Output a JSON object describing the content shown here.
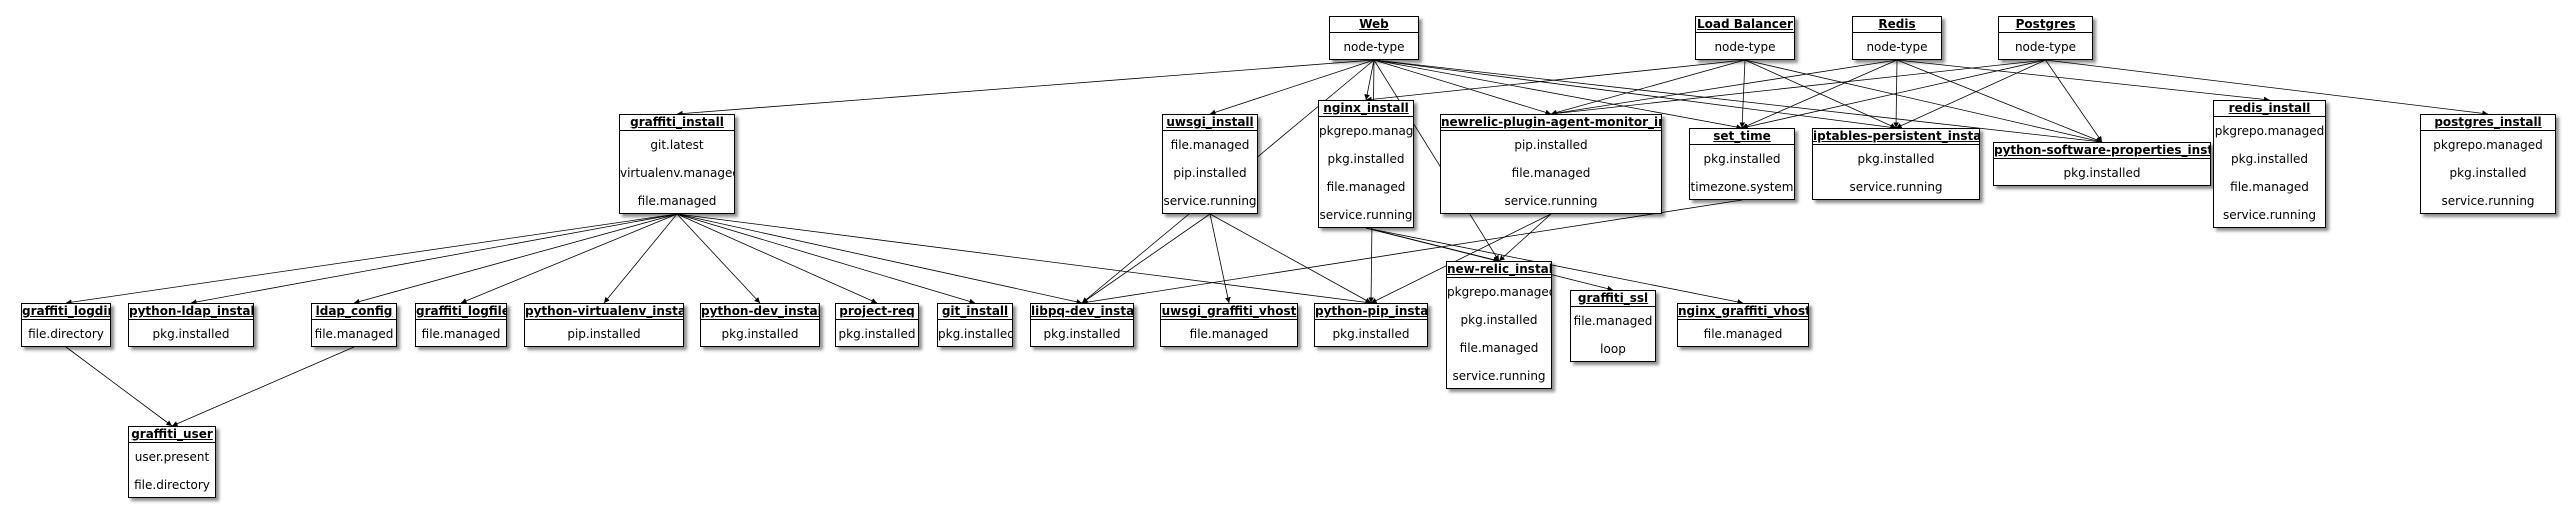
{
  "nodes": [
    {
      "id": "web",
      "title": "Web",
      "items": [
        "node-type"
      ]
    },
    {
      "id": "lb",
      "title": "Load Balancer",
      "items": [
        "node-type"
      ]
    },
    {
      "id": "redis",
      "title": "Redis",
      "items": [
        "node-type"
      ]
    },
    {
      "id": "postgres",
      "title": "Postgres",
      "items": [
        "node-type"
      ]
    },
    {
      "id": "graffiti_install",
      "title": "graffiti_install",
      "items": [
        "git.latest",
        "virtualenv.managed",
        "file.managed"
      ]
    },
    {
      "id": "uwsgi_install",
      "title": "uwsgi_install",
      "items": [
        "file.managed",
        "pip.installed",
        "service.running"
      ]
    },
    {
      "id": "nginx_install",
      "title": "nginx_install",
      "items": [
        "pkgrepo.managed",
        "pkg.installed",
        "file.managed",
        "service.running"
      ]
    },
    {
      "id": "newrelic_plugin",
      "title": "newrelic-plugin-agent-monitor_install",
      "items": [
        "pip.installed",
        "file.managed",
        "service.running"
      ]
    },
    {
      "id": "set_time",
      "title": "set_time",
      "items": [
        "pkg.installed",
        "timezone.system"
      ]
    },
    {
      "id": "iptables",
      "title": "iptables-persistent_install",
      "items": [
        "pkg.installed",
        "service.running"
      ]
    },
    {
      "id": "pysoftprops",
      "title": "python-software-properties_install",
      "items": [
        "pkg.installed"
      ]
    },
    {
      "id": "redis_install",
      "title": "redis_install",
      "items": [
        "pkgrepo.managed",
        "pkg.installed",
        "file.managed",
        "service.running"
      ]
    },
    {
      "id": "postgres_install",
      "title": "postgres_install",
      "items": [
        "pkgrepo.managed",
        "pkg.installed",
        "service.running"
      ]
    },
    {
      "id": "graffiti_logdir",
      "title": "graffiti_logdir",
      "items": [
        "file.directory"
      ]
    },
    {
      "id": "python_ldap",
      "title": "python-ldap_install",
      "items": [
        "pkg.installed"
      ]
    },
    {
      "id": "ldap_config",
      "title": "ldap_config",
      "items": [
        "file.managed"
      ]
    },
    {
      "id": "graffiti_logfile",
      "title": "graffiti_logfile",
      "items": [
        "file.managed"
      ]
    },
    {
      "id": "python_venv",
      "title": "python-virtualenv_install",
      "items": [
        "pip.installed"
      ]
    },
    {
      "id": "python_dev",
      "title": "python-dev_install",
      "items": [
        "pkg.installed"
      ]
    },
    {
      "id": "project_req",
      "title": "project-req",
      "items": [
        "pkg.installed"
      ]
    },
    {
      "id": "git_install",
      "title": "git_install",
      "items": [
        "pkg.installed"
      ]
    },
    {
      "id": "libpq_dev",
      "title": "libpq-dev_install",
      "items": [
        "pkg.installed"
      ]
    },
    {
      "id": "uwsgi_vhost",
      "title": "uwsgi_graffiti_vhost",
      "items": [
        "file.managed"
      ]
    },
    {
      "id": "python_pip",
      "title": "python-pip_install",
      "items": [
        "pkg.installed"
      ]
    },
    {
      "id": "new_relic_install",
      "title": "new-relic_install",
      "items": [
        "pkgrepo.managed",
        "pkg.installed",
        "file.managed",
        "service.running"
      ]
    },
    {
      "id": "graffiti_ssl",
      "title": "graffiti_ssl",
      "items": [
        "file.managed",
        "loop"
      ]
    },
    {
      "id": "nginx_vhost",
      "title": "nginx_graffiti_vhost",
      "items": [
        "file.managed"
      ]
    },
    {
      "id": "graffiti_user",
      "title": "graffiti_user",
      "items": [
        "user.present",
        "file.directory"
      ]
    }
  ],
  "edges": [
    [
      "web",
      "graffiti_install"
    ],
    [
      "web",
      "uwsgi_install"
    ],
    [
      "web",
      "nginx_install"
    ],
    [
      "web",
      "newrelic_plugin"
    ],
    [
      "web",
      "set_time"
    ],
    [
      "web",
      "iptables"
    ],
    [
      "web",
      "pysoftprops"
    ],
    [
      "web",
      "python_pip"
    ],
    [
      "web",
      "libpq_dev"
    ],
    [
      "web",
      "new_relic_install"
    ],
    [
      "lb",
      "nginx_install"
    ],
    [
      "lb",
      "newrelic_plugin"
    ],
    [
      "lb",
      "set_time"
    ],
    [
      "lb",
      "iptables"
    ],
    [
      "lb",
      "pysoftprops"
    ],
    [
      "redis",
      "redis_install"
    ],
    [
      "redis",
      "newrelic_plugin"
    ],
    [
      "redis",
      "set_time"
    ],
    [
      "redis",
      "iptables"
    ],
    [
      "redis",
      "pysoftprops"
    ],
    [
      "postgres",
      "postgres_install"
    ],
    [
      "postgres",
      "newrelic_plugin"
    ],
    [
      "postgres",
      "set_time"
    ],
    [
      "postgres",
      "iptables"
    ],
    [
      "postgres",
      "pysoftprops"
    ],
    [
      "graffiti_install",
      "graffiti_logdir"
    ],
    [
      "graffiti_install",
      "python_ldap"
    ],
    [
      "graffiti_install",
      "ldap_config"
    ],
    [
      "graffiti_install",
      "graffiti_logfile"
    ],
    [
      "graffiti_install",
      "python_venv"
    ],
    [
      "graffiti_install",
      "python_dev"
    ],
    [
      "graffiti_install",
      "project_req"
    ],
    [
      "graffiti_install",
      "git_install"
    ],
    [
      "graffiti_install",
      "libpq_dev"
    ],
    [
      "graffiti_install",
      "python_pip"
    ],
    [
      "uwsgi_install",
      "libpq_dev"
    ],
    [
      "uwsgi_install",
      "uwsgi_vhost"
    ],
    [
      "uwsgi_install",
      "python_pip"
    ],
    [
      "nginx_install",
      "new_relic_install"
    ],
    [
      "nginx_install",
      "graffiti_ssl"
    ],
    [
      "nginx_install",
      "nginx_vhost"
    ],
    [
      "newrelic_plugin",
      "python_pip"
    ],
    [
      "newrelic_plugin",
      "new_relic_install"
    ],
    [
      "set_time",
      "libpq_dev"
    ],
    [
      "graffiti_logdir",
      "graffiti_user"
    ],
    [
      "ldap_config",
      "graffiti_user"
    ]
  ]
}
